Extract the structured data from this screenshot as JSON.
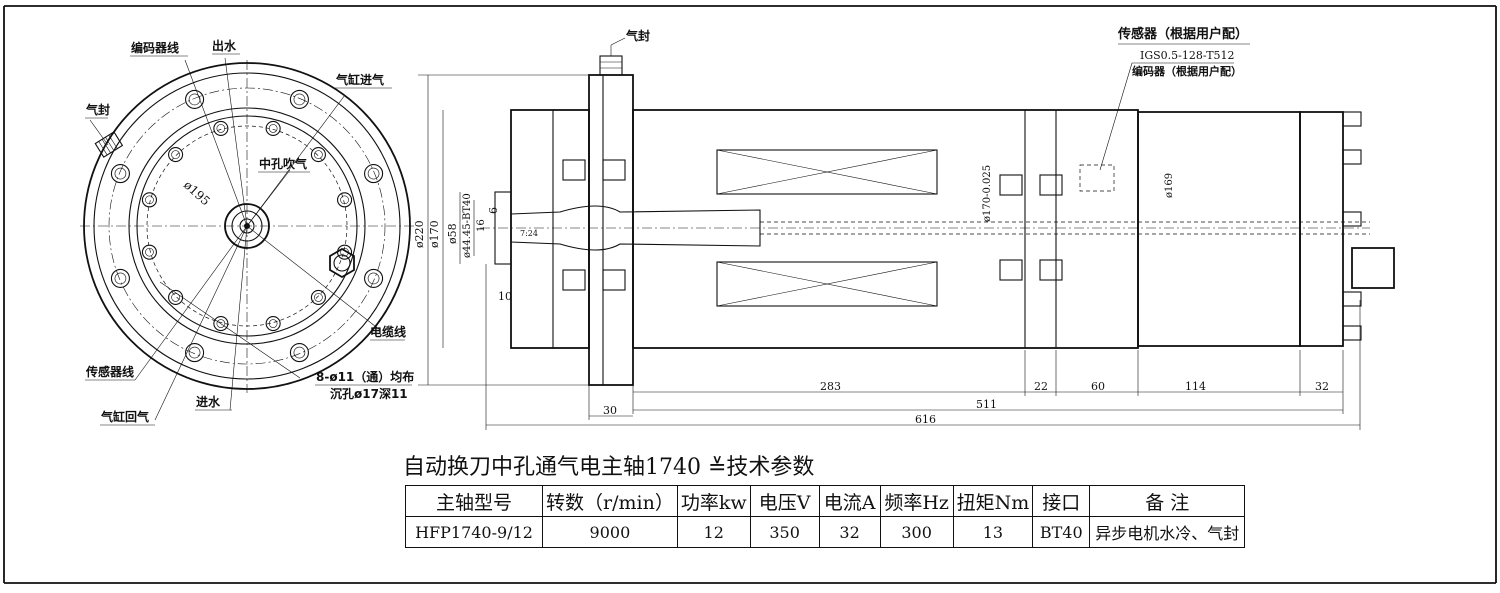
{
  "front_view_labels": {
    "encoder_wire": "编码器线",
    "water_out": "出水",
    "air_seal": "气封",
    "cylinder_air_in": "气缸进气",
    "diameter_195": "ø195",
    "center_air_blow": "中孔吹气",
    "cable": "电缆线",
    "holes_spec": "8-ø11（通）均布",
    "counterbore_spec": "沉孔ø17深11",
    "sensor_wire": "传感器线",
    "water_in": "进水",
    "cylinder_air_return": "气缸回气"
  },
  "side_view_labels": {
    "air_seal": "气封",
    "sensor_note": "传感器（根据用户配）",
    "sensor_model": "IGS0.5-128-T512",
    "encoder_note": "编码器（根据用户配）",
    "dia_220": "ø220",
    "dia_170": "ø170",
    "dia_58": "ø58",
    "bt40_dia": "ø44.45-BT40",
    "dim_16": "16",
    "dim_6": "6",
    "taper": "7:24",
    "dim_10": "10",
    "dia_170_tol": "ø170-0.025",
    "dia_169": "ø169",
    "dim_283": "283",
    "dim_22": "22",
    "dim_60": "60",
    "dim_114": "114",
    "dim_32": "32",
    "dim_30": "30",
    "dim_511": "511",
    "dim_616": "616"
  },
  "spec": {
    "title": "自动换刀中孔通气电主轴1740 ≚技术参数",
    "headers": [
      "主轴型号",
      "转数（r/min）",
      "功率kw",
      "电压V",
      "电流A",
      "频率Hz",
      "扭矩Nm",
      "接口",
      "备 注"
    ],
    "values": [
      "HFP1740-9/12",
      "9000",
      "12",
      "350",
      "32",
      "300",
      "13",
      "BT40",
      "异步电机水冷、气封"
    ]
  }
}
